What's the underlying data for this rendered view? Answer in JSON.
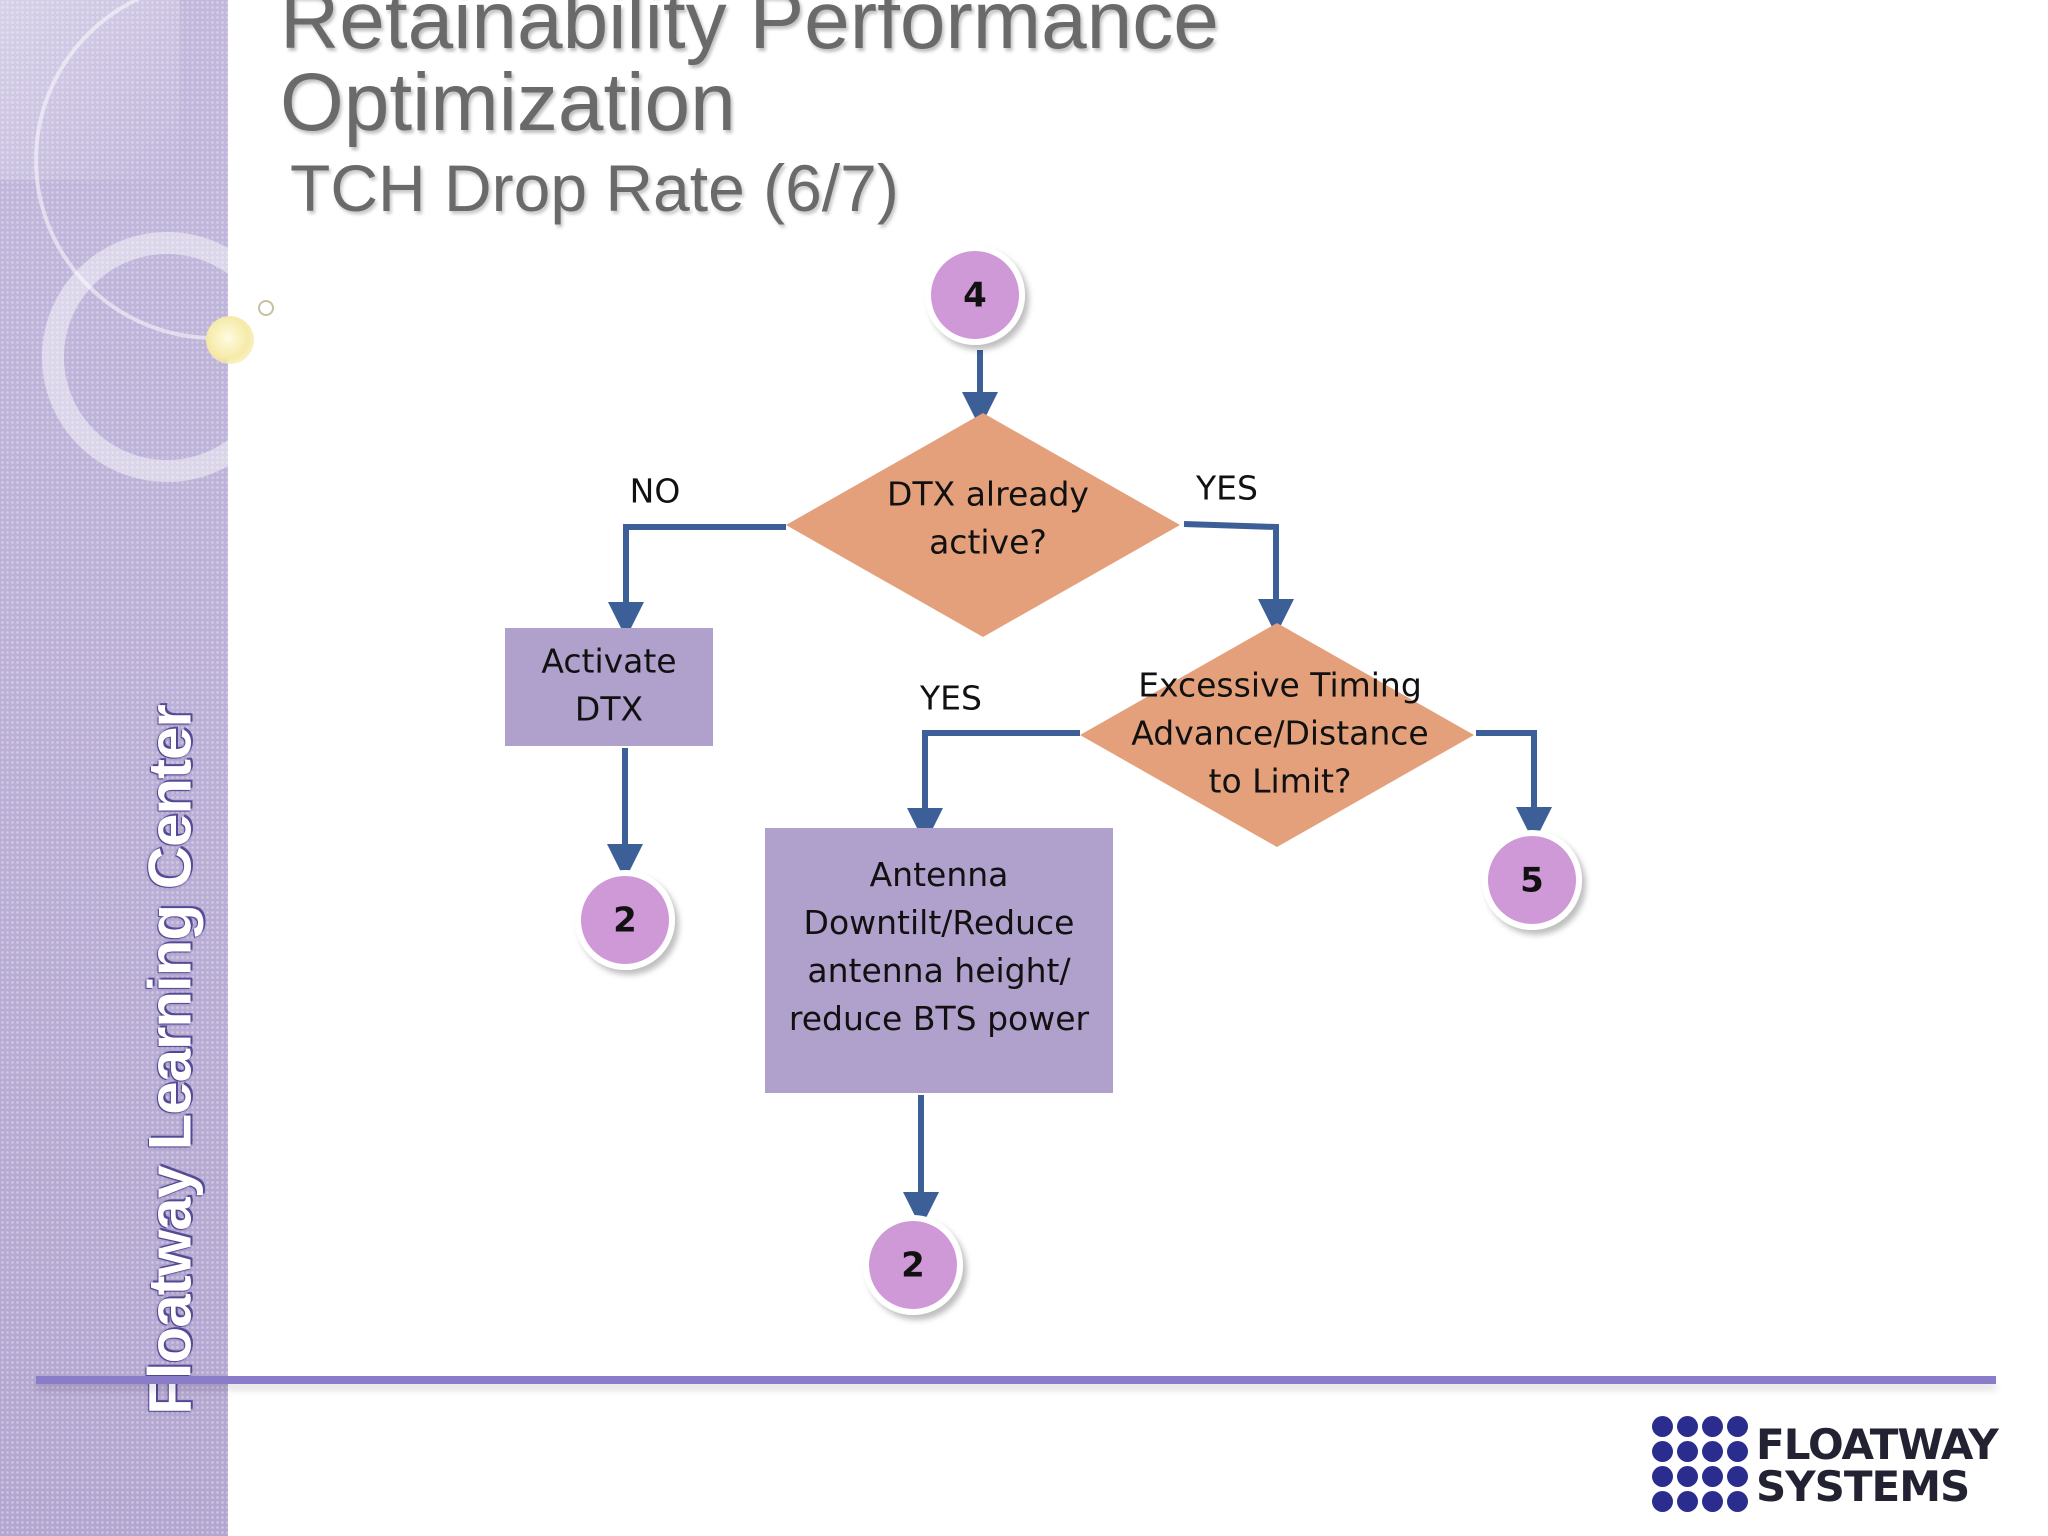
{
  "slide": {
    "title_lines": [
      "Retainability Performance",
      "Optimization"
    ],
    "subtitle": "TCH Drop Rate (6/7)",
    "vertical_brand": "Floatway Learning Center",
    "logo": {
      "line1": "FLOATWAY",
      "line2": "SYSTEMS"
    }
  },
  "colors": {
    "decision": "#e3a07b",
    "process": "#b0a0cc",
    "connector": "#cf98d6",
    "arrow": "#3b5f96",
    "sidebar": "#b8acd4",
    "footer_line": "#8a7cc8",
    "title_text": "#6a6a6a"
  },
  "diagram": {
    "nodes": [
      {
        "id": "c4",
        "type": "connector",
        "label": "4"
      },
      {
        "id": "d1",
        "type": "decision",
        "lines": [
          "DTX already",
          "active?"
        ]
      },
      {
        "id": "p1",
        "type": "process",
        "lines": [
          "Activate",
          "DTX"
        ]
      },
      {
        "id": "d2",
        "type": "decision",
        "lines": [
          "Excessive Timing",
          "Advance/Distance",
          "to Limit?"
        ]
      },
      {
        "id": "c2a",
        "type": "connector",
        "label": "2"
      },
      {
        "id": "p2",
        "type": "process",
        "lines": [
          "Antenna",
          "Downtilt/Reduce",
          "antenna height/",
          "reduce BTS power"
        ]
      },
      {
        "id": "c5",
        "type": "connector",
        "label": "5"
      },
      {
        "id": "c2b",
        "type": "connector",
        "label": "2"
      }
    ],
    "edges": [
      {
        "from": "c4",
        "to": "d1",
        "label": ""
      },
      {
        "from": "d1",
        "to": "p1",
        "label": "NO"
      },
      {
        "from": "d1",
        "to": "d2",
        "label": "YES"
      },
      {
        "from": "p1",
        "to": "c2a",
        "label": ""
      },
      {
        "from": "d2",
        "to": "p2",
        "label": "YES"
      },
      {
        "from": "d2",
        "to": "c5",
        "label": ""
      },
      {
        "from": "p2",
        "to": "c2b",
        "label": ""
      }
    ]
  }
}
